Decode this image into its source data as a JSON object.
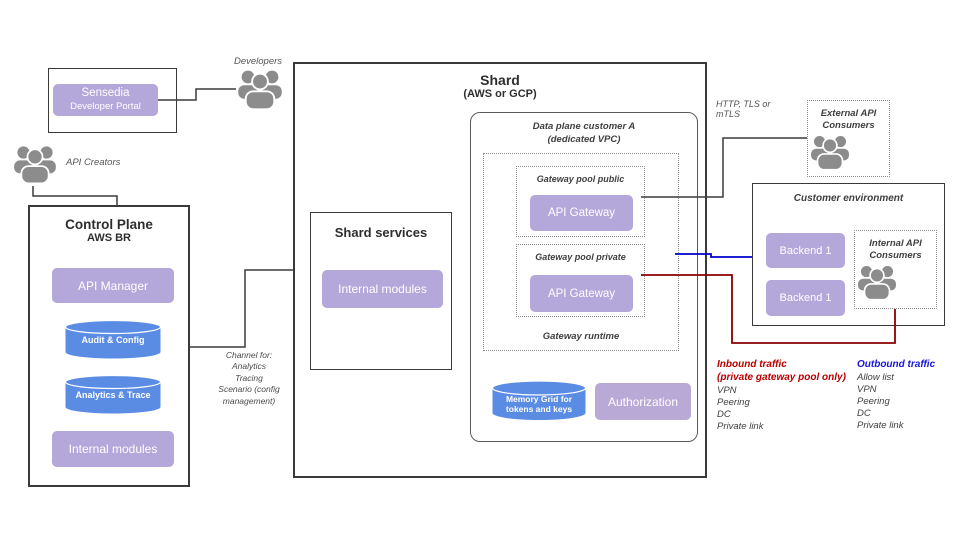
{
  "portal": {
    "line1": "Sensedia",
    "line2": "Developer Portal"
  },
  "actors": {
    "developers": "Developers",
    "api_creators": "API Creators"
  },
  "control_plane": {
    "title": "Control Plane",
    "subtitle": "AWS BR",
    "api_manager": "API Manager",
    "audit_db": "Audit & Config",
    "analytics_db": "Analytics & Trace",
    "internal_modules": "Internal modules"
  },
  "channel_note": "Channel  for:\nAnalytics\nTracing\nScenario (config\nmanagement)",
  "shard": {
    "title": "Shard",
    "subtitle": "(AWS or GCP)",
    "services_title": "Shard services",
    "services_internal_modules": "Internal modules",
    "data_plane": {
      "title": "Data plane customer A\n(dedicated VPC)",
      "pool_public_label": "Gateway pool public",
      "api_gateway_public": "API Gateway",
      "pool_private_label": "Gateway pool private",
      "api_gateway_private": "API Gateway",
      "runtime_label": "Gateway runtime"
    },
    "memory_grid": "Memory Grid for\ntokens and keys",
    "authorization": "Authorization"
  },
  "edge_labels": {
    "http": "HTTP, TLS or mTLS"
  },
  "external_consumers": "External API\nConsumers",
  "customer_env": {
    "title": "Customer environment",
    "backend_1": "Backend 1",
    "backend_2": "Backend 1",
    "internal_consumers": "Internal API\nConsumers"
  },
  "inbound": {
    "title": "Inbound traffic\n(private gateway pool only)",
    "items": "VPN\nPeering\nDC\nPrivate link"
  },
  "outbound": {
    "title": "Outbound traffic",
    "items": "Allow list\nVPN\nPeering\nDC\nPrivate link"
  },
  "colors": {
    "module_purple": "#b4a7da",
    "db_blue": "#5b8ce4",
    "inbound_red_text": "#b50000",
    "outbound_blue_text": "#1515dd",
    "inbound_line": "#8b0000",
    "outbound_line": "#0000cc",
    "icon_gray": "#8c8c8c",
    "border_dark": "#3a3a3a"
  }
}
